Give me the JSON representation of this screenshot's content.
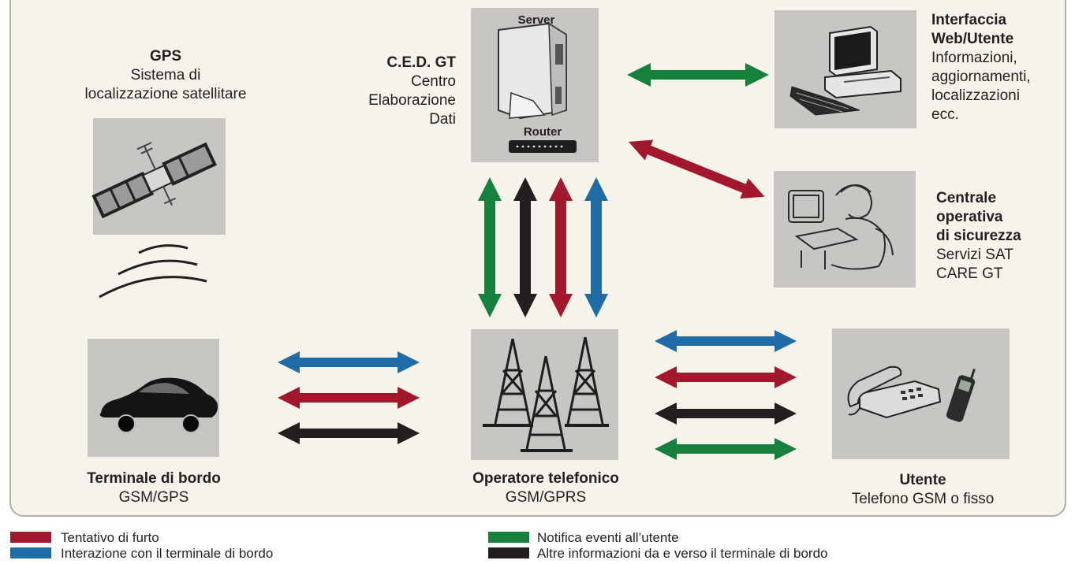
{
  "colors": {
    "red": "#a3172c",
    "blue": "#1f6ba5",
    "green": "#15813c",
    "black": "#231f20",
    "panel_bg": "#f6f3ea",
    "box_bg": "#c8c6c2"
  },
  "gps": {
    "title": "GPS",
    "line1": "Sistema di",
    "line2": "localizzazione satellitare",
    "icon": "satellite-icon"
  },
  "ced": {
    "title": "C.E.D. GT",
    "line1": "Centro",
    "line2": "Elaborazione",
    "line3": "Dati",
    "server_label": "Server",
    "router_label": "Router"
  },
  "web": {
    "title1": "Interfaccia",
    "title2": "Web/Utente",
    "line1": "Informazioni,",
    "line2": "aggiornamenti,",
    "line3": "localizzazioni",
    "line4": "ecc.",
    "icon": "computer-icon"
  },
  "security": {
    "title1": "Centrale",
    "title2": "operativa",
    "title3": "di sicurezza",
    "line1": "Servizi SAT",
    "line2": "CARE GT",
    "icon": "operator-icon"
  },
  "terminal": {
    "title": "Terminale di bordo",
    "sub": "GSM/GPS",
    "icon": "car-icon"
  },
  "operator": {
    "title": "Operatore telefonico",
    "sub": "GSM/GPRS",
    "icon": "antenna-towers-icon"
  },
  "user": {
    "title": "Utente",
    "sub": "Telefono GSM o fisso",
    "icon": "telephones-icon"
  },
  "legend": [
    {
      "color": "red",
      "label": "Tentativo di furto"
    },
    {
      "color": "blue",
      "label": "Interazione con il terminale di bordo"
    },
    {
      "color": "green",
      "label": "Notifica eventi all’utente"
    },
    {
      "color": "black",
      "label": "Altre informazioni da e verso il terminale di bordo"
    }
  ]
}
